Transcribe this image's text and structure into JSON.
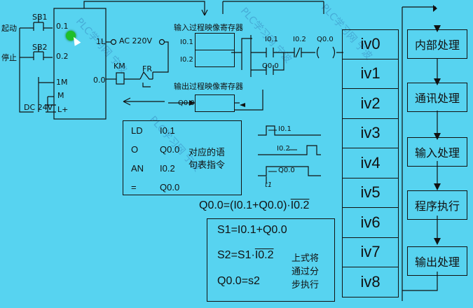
{
  "plc": {
    "start_label": "起动",
    "stop_label": "停止",
    "sb1": "SB1",
    "sb2": "SB2",
    "in_01": "0.1",
    "in_02": "0.2",
    "in_1m": "1M",
    "m": "M",
    "lplus": "L+",
    "dc24": "DC 24V",
    "out_1l": "1L",
    "ac220": "AC 220V",
    "km": "KM",
    "fr": "FR",
    "out_00": "0.0"
  },
  "image_register": {
    "input_title": "输入过程映像寄存器",
    "output_title": "输出过程映像寄存器",
    "i01": "I0.1",
    "i02": "I0.2",
    "q00": "Q0.0"
  },
  "ladder": {
    "i01": "I0.1",
    "i02": "I0.2",
    "q00_coil": "Q0.0",
    "q00_contact": "Q0.0"
  },
  "stl": {
    "rows": [
      {
        "op": "LD",
        "arg": "I0.1"
      },
      {
        "op": "O",
        "arg": "Q0.0"
      },
      {
        "op": "AN",
        "arg": "I0.2"
      },
      {
        "op": "=",
        "arg": "Q0.0"
      }
    ],
    "note_line1": "对应的语",
    "note_line2": "句表指令"
  },
  "timing": {
    "sig1": "I0.1",
    "sig2": "I0.2",
    "sig3": "Q0.0",
    "t1": "t1"
  },
  "equation": {
    "lhs": "Q0.0=(I0.1+Q0.0)·",
    "neg": "I0.2"
  },
  "steps_box": {
    "s1": "S1=I0.1+Q0.0",
    "s2_lhs": "S2=S1·",
    "s2_neg": "I0.2",
    "q": "Q0.0=s2",
    "note_line1": "上式将",
    "note_line2": "通过分",
    "note_line3": "步执行"
  },
  "iv_cells": [
    "iv0",
    "iv1",
    "iv2",
    "iv3",
    "iv4",
    "iv5",
    "iv6",
    "iv7",
    "iv8"
  ],
  "scan_cycle": [
    "内部处理",
    "通讯处理",
    "输入处理",
    "程序执行",
    "输出处理"
  ],
  "watermark": "PLC学习网 宁波"
}
